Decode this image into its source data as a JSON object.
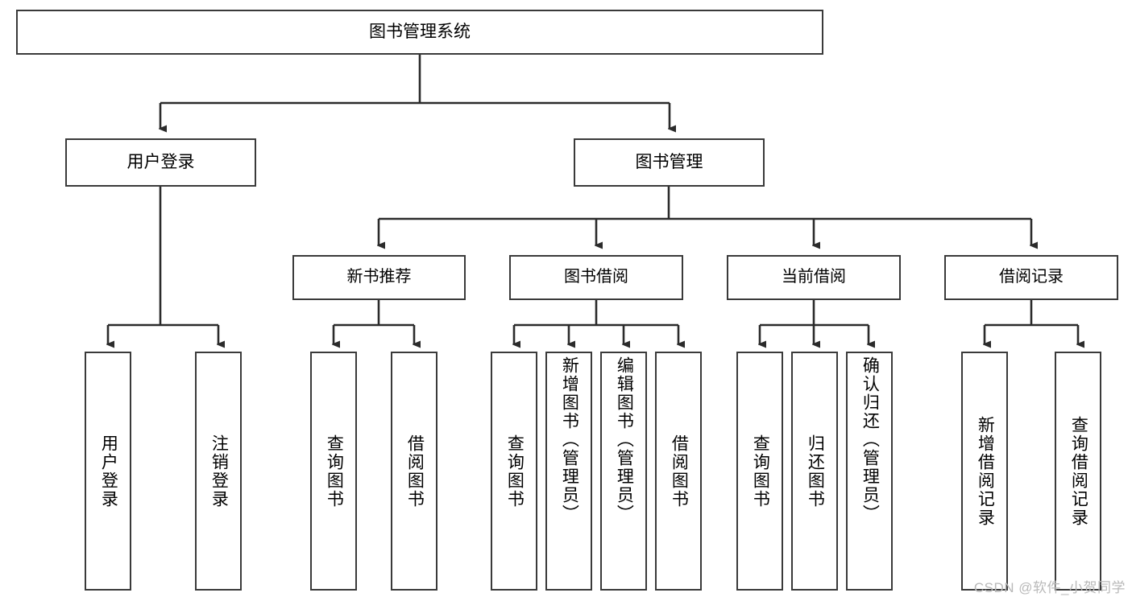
{
  "diagram": {
    "type": "tree",
    "title": "图书管理系统",
    "root": {
      "label": "图书管理系统"
    },
    "level1": [
      {
        "label": "用户登录"
      },
      {
        "label": "图书管理"
      }
    ],
    "level2": [
      {
        "label": "新书推荐",
        "parent": "图书管理"
      },
      {
        "label": "图书借阅",
        "parent": "图书管理"
      },
      {
        "label": "当前借阅",
        "parent": "图书管理"
      },
      {
        "label": "借阅记录",
        "parent": "图书管理"
      }
    ],
    "leaves": {
      "user_login": [
        {
          "label": "用户登录"
        },
        {
          "label": "注销登录"
        }
      ],
      "new_book_recommend": [
        {
          "label": "查询图书"
        },
        {
          "label": "借阅图书"
        }
      ],
      "book_borrow": [
        {
          "label": "查询图书"
        },
        {
          "label": "新增图书（管理员）"
        },
        {
          "label": "编辑图书（管理员）"
        },
        {
          "label": "借阅图书"
        }
      ],
      "current_borrow": [
        {
          "label": "查询图书"
        },
        {
          "label": "归还图书"
        },
        {
          "label": "确认归还（管理员）"
        }
      ],
      "borrow_record": [
        {
          "label": "新增借阅记录"
        },
        {
          "label": "查询借阅记录"
        }
      ]
    }
  },
  "watermark": {
    "text": "CSDN @软件_小贺同学"
  },
  "colors": {
    "box_border": "#3a3a3a",
    "connector": "#2b2b2b",
    "background": "#ffffff",
    "watermark": "#b9b9b9"
  }
}
